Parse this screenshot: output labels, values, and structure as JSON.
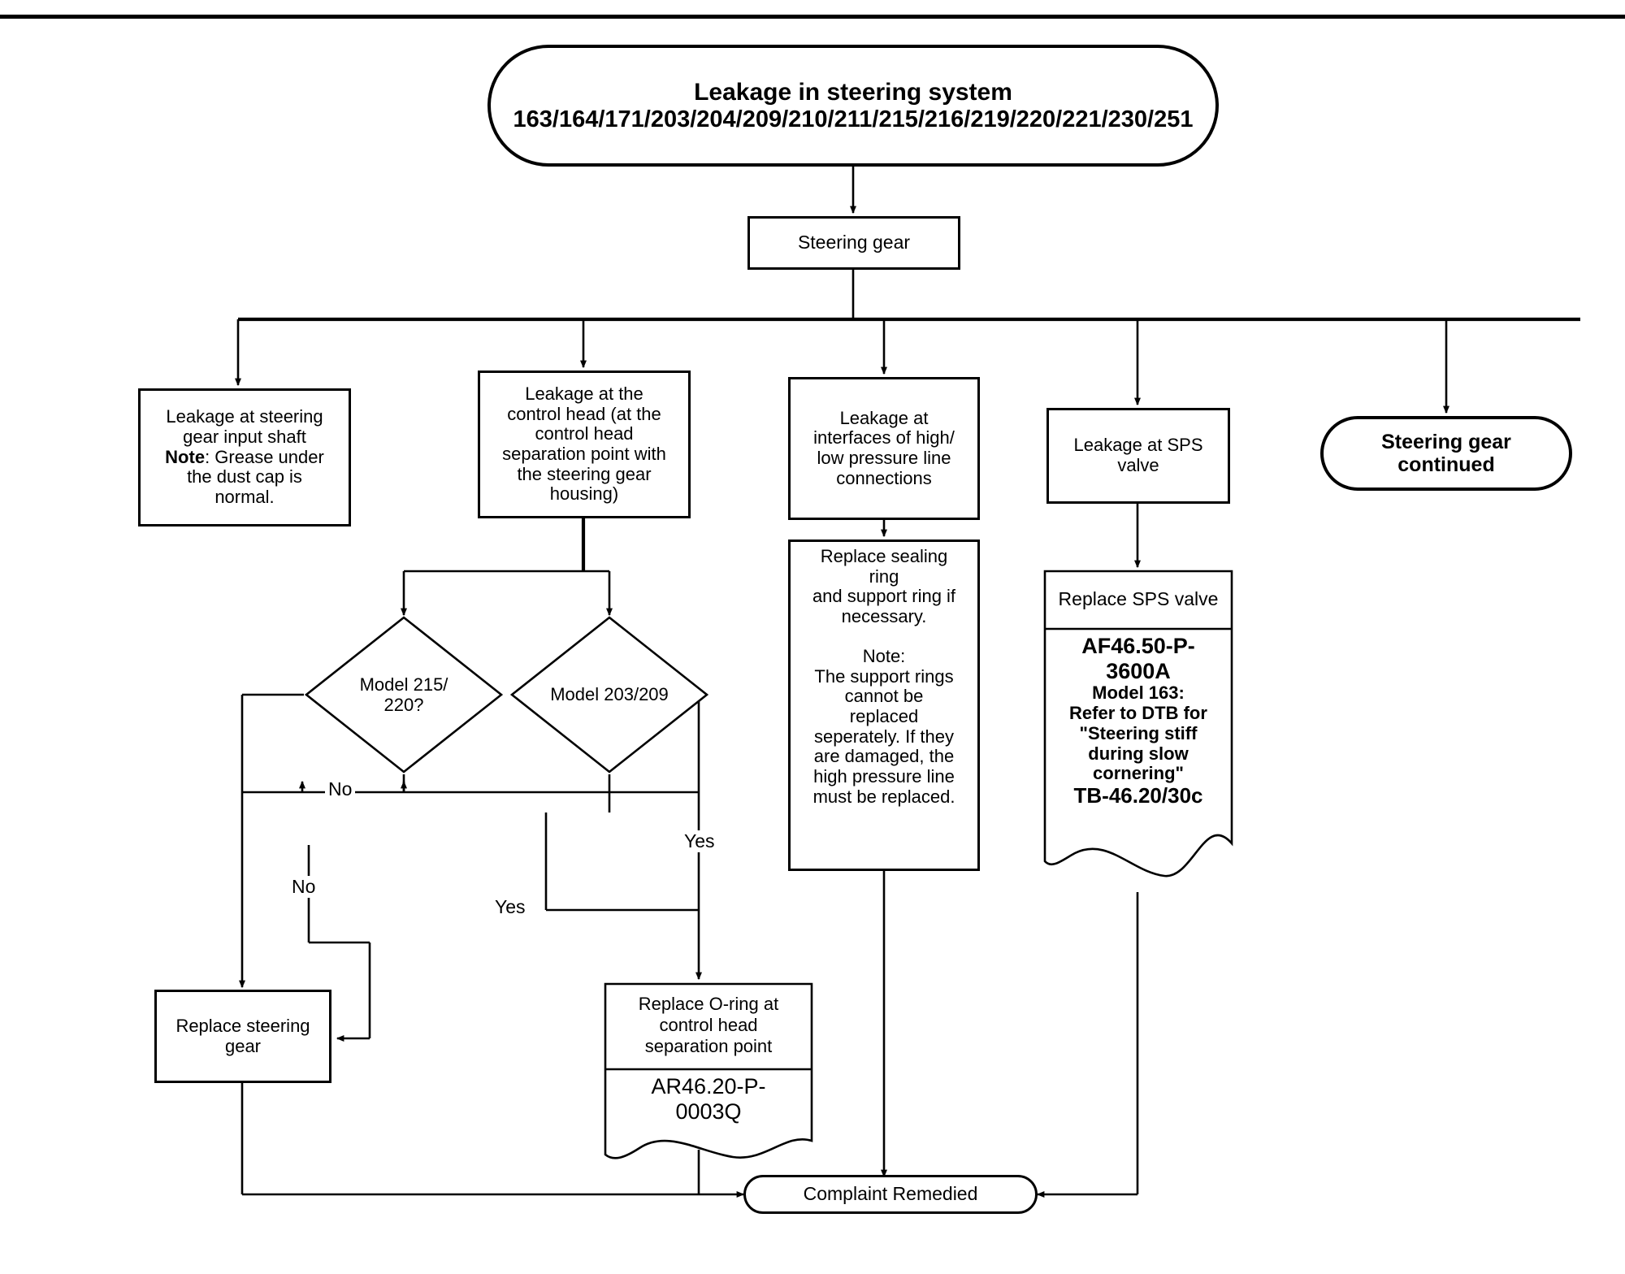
{
  "diagram": {
    "kind": "flowchart",
    "subject": "Leakage in steering system diagnostic flowchart",
    "start": {
      "shape": "terminal",
      "title": "Leakage in steering system",
      "models": "163/164/171/203/204/209/210/211/215/216/219/220/221/230/251"
    },
    "nodes": {
      "steering_gear": {
        "shape": "process",
        "label": "Steering gear"
      },
      "leak_input_shaft": {
        "shape": "process",
        "lines": [
          "Leakage at steering",
          "gear input shaft"
        ],
        "note_label": "Note",
        "note_rest": ": Grease under",
        "note_lines": [
          "the dust cap is",
          "normal."
        ]
      },
      "leak_control_head": {
        "shape": "process",
        "lines": [
          "Leakage at the",
          "control head (at the",
          "control head",
          "separation point with",
          "the steering gear",
          "housing)"
        ]
      },
      "leak_interfaces": {
        "shape": "process",
        "lines": [
          "Leakage at",
          "interfaces of high/",
          "low pressure line",
          "connections"
        ]
      },
      "leak_sps_valve": {
        "shape": "process",
        "lines": [
          "Leakage at SPS",
          "valve"
        ]
      },
      "steering_gear_continued": {
        "shape": "terminal",
        "lines": [
          "Steering gear",
          "continued"
        ]
      },
      "decision_215_220": {
        "shape": "decision",
        "lines": [
          "Model 215/",
          "220?"
        ]
      },
      "decision_203_209": {
        "shape": "decision",
        "lines": [
          "Model 203/209"
        ]
      },
      "replace_sealing_ring": {
        "shape": "process",
        "lines": [
          "Replace sealing",
          "ring",
          "and support ring if",
          "necessary.",
          "",
          "Note:",
          "The support rings",
          "cannot be",
          "replaced",
          "seperately. If they",
          "are damaged, the",
          "high pressure line",
          "must be replaced."
        ]
      },
      "replace_sps_valve": {
        "shape": "document",
        "head": "Replace SPS valve",
        "body": [
          "AF46.50-P-",
          "3600A",
          "Model 163:",
          "Refer to DTB for",
          "\"Steering stiff",
          "during slow",
          "cornering\"",
          "TB-46.20/30c"
        ]
      },
      "replace_steering_gear": {
        "shape": "process",
        "lines": [
          "Replace steering",
          "gear"
        ]
      },
      "replace_oring": {
        "shape": "document",
        "head_lines": [
          "Replace O-ring at",
          "control head",
          "separation point"
        ],
        "body": [
          "AR46.20-P-",
          "0003Q"
        ]
      },
      "complaint_remedied": {
        "shape": "terminal",
        "label": "Complaint Remedied"
      }
    },
    "edge_labels": {
      "no_horizontal": "No",
      "no_vertical": "No",
      "yes_vertical": "Yes",
      "yes_horizontal": "Yes"
    },
    "colors": {
      "stroke": "#000000",
      "background": "#ffffff",
      "text": "#000000"
    }
  }
}
